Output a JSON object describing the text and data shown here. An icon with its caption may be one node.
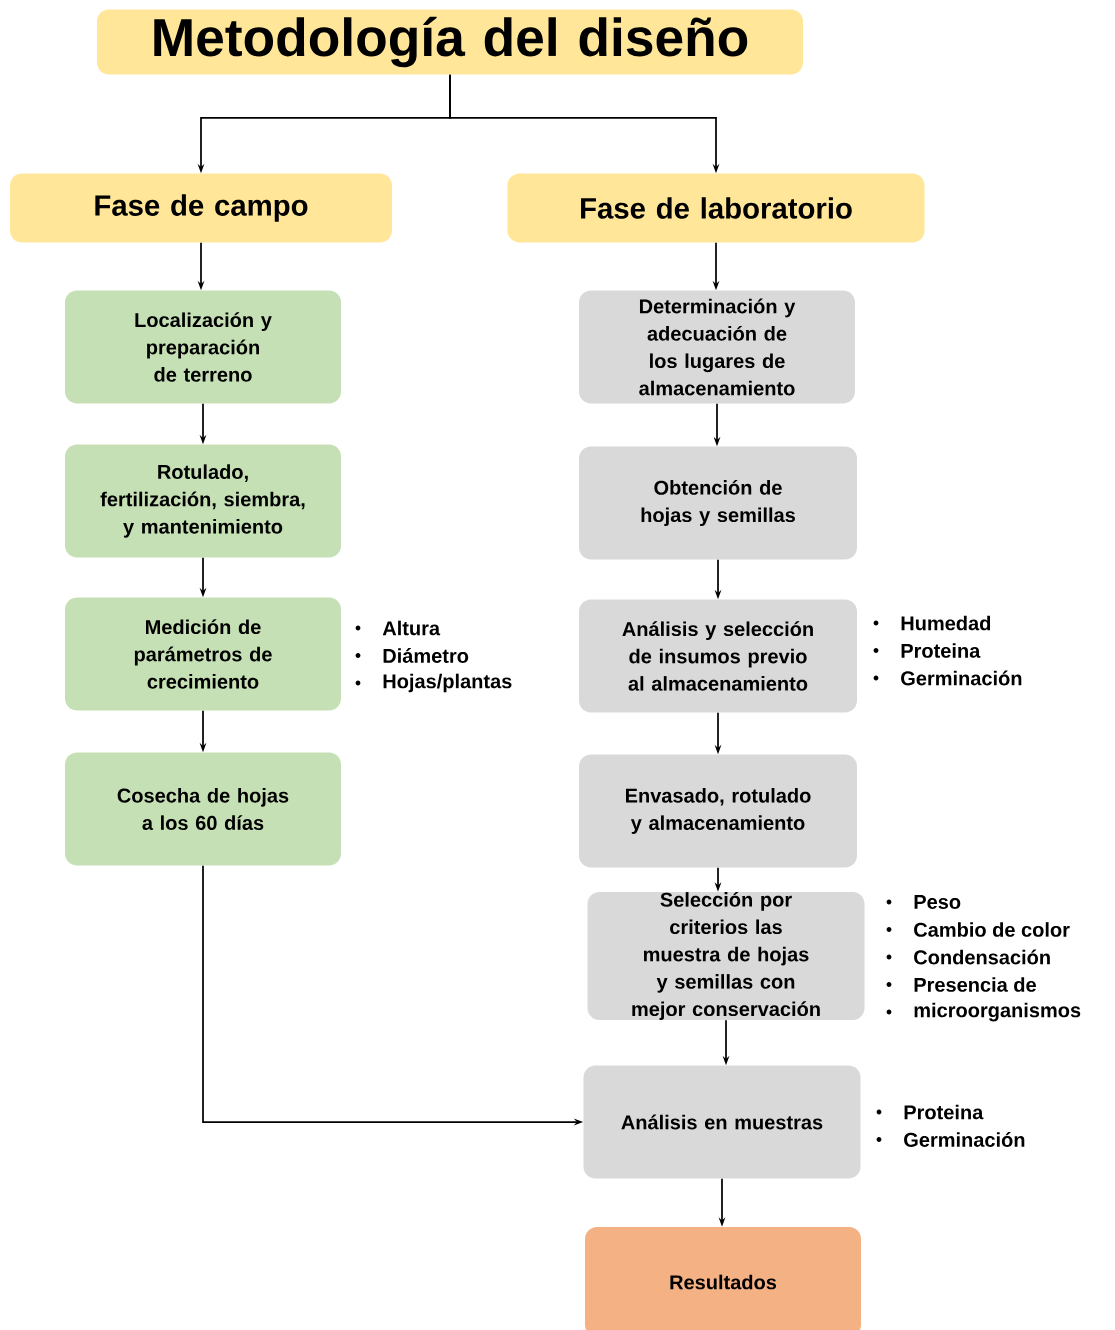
{
  "diagram": {
    "nodes": [
      {
        "text": [
          "Metodología del diseño"
        ]
      },
      {
        "text": [
          "Fase de campo"
        ]
      },
      {
        "text": [
          "Fase de laboratorio"
        ]
      },
      {
        "text": [
          "Localización y preparación de terreno"
        ]
      },
      {
        "text": [
          "Rotulado, fertilización, siembra, y mantenimiento"
        ]
      },
      {
        "text": [
          "Medición de parámetros de crecimiento"
        ],
        "beside": [
          "Altura",
          "Diámetro",
          "Hojas/plantas"
        ]
      },
      {
        "text": [
          "Cosecha de hojas a los 60 días"
        ]
      },
      {
        "text": [
          "Determinación y adecuación de los lugares de almacenamiento"
        ]
      },
      {
        "text": [
          "Obtención de hojas y semillas"
        ]
      },
      {
        "text": [
          "Análisis y selección de insumos previo al almacenamiento"
        ],
        "beside": [
          "Humedad",
          "Proteina",
          "Germinación"
        ]
      },
      {
        "text": [
          "Envasado, rotulado y almacenamiento"
        ]
      },
      {
        "text": [
          "Selección por criterios las muestra de hojas y semillas con mejor conservación"
        ],
        "beside": [
          "Peso",
          "Cambio de color",
          "Condensación",
          "Presencia de",
          "microorganismos"
        ]
      },
      {
        "text": [
          "Análisis en muestras"
        ],
        "beside": [
          "Proteina",
          "Germinación"
        ]
      },
      {
        "text": [
          "Resultados"
        ]
      }
    ],
    "edges": [
      {
        "from": 0,
        "to": 1,
        "arrow": "to"
      },
      {
        "from": 0,
        "to": 2,
        "arrow": "to"
      },
      {
        "from": 1,
        "to": 3,
        "arrow": "to"
      },
      {
        "from": 3,
        "to": 4,
        "arrow": "to"
      },
      {
        "from": 4,
        "to": 5,
        "arrow": "to"
      },
      {
        "from": 5,
        "to": 6,
        "arrow": "to"
      },
      {
        "from": 2,
        "to": 7,
        "arrow": "to"
      },
      {
        "from": 7,
        "to": 8,
        "arrow": "to"
      },
      {
        "from": 8,
        "to": 9,
        "arrow": "to"
      },
      {
        "from": 9,
        "to": 10,
        "arrow": "to"
      },
      {
        "from": 10,
        "to": 11,
        "arrow": "to"
      },
      {
        "from": 11,
        "to": 12,
        "arrow": "to"
      },
      {
        "from": 6,
        "to": 12,
        "arrow": "to"
      },
      {
        "from": 12,
        "to": 13,
        "arrow": "to"
      }
    ]
  }
}
